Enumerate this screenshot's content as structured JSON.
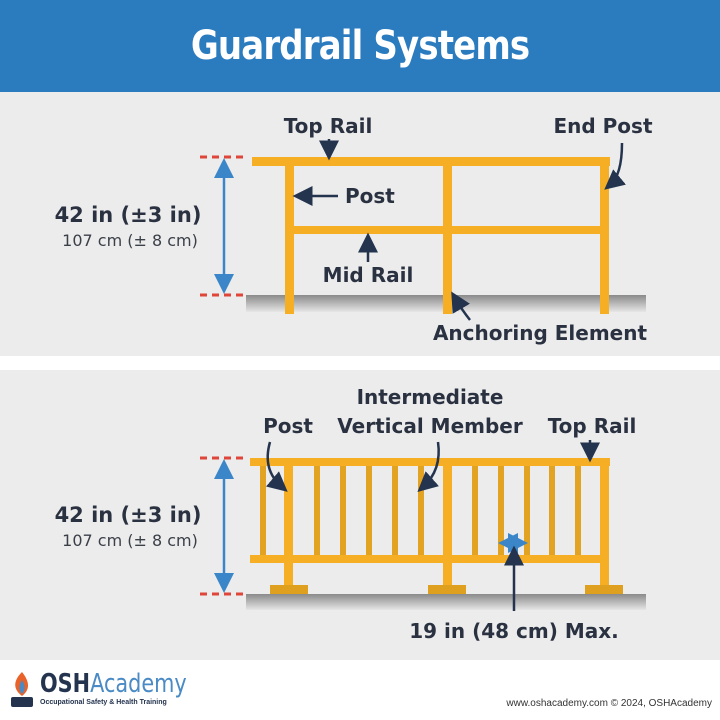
{
  "header": {
    "title": "Guardrail Systems"
  },
  "panel_top": {
    "labels": {
      "top_rail": "Top Rail",
      "end_post": "End Post",
      "post": "Post",
      "mid_rail": "Mid Rail",
      "anchoring": "Anchoring Element"
    },
    "height_in": "42 in (±3 in)",
    "height_cm": "107 cm (± 8 cm)"
  },
  "panel_bottom": {
    "labels": {
      "post": "Post",
      "ivm_line1": "Intermediate",
      "ivm_line2": "Vertical Member",
      "top_rail": "Top Rail",
      "spacing": "19 in (48 cm) Max."
    },
    "height_in": "42 in (±3 in)",
    "height_cm": "107 cm (± 8 cm)"
  },
  "footer": {
    "brand_osh": "OSH",
    "brand_academy": "Academy",
    "tagline": "Occupational Safety & Health Training",
    "copyright": "www.oshacademy.com © 2024, OSHAcademy"
  },
  "colors": {
    "header": "#2b7bbf",
    "rail": "#f6ae24",
    "dim_arrow": "#3a86c8",
    "dash": "#e0453a"
  }
}
